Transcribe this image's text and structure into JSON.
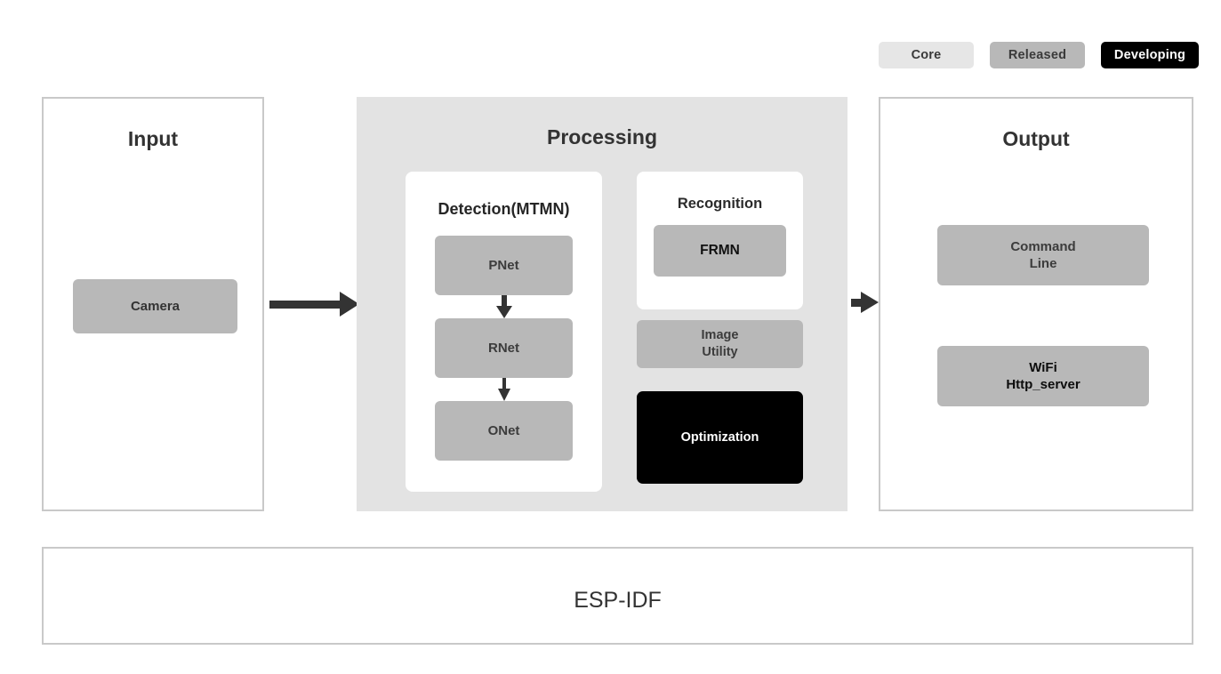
{
  "legend": {
    "items": [
      {
        "label": "Core",
        "color": "#e6e6e6",
        "text_color": "#3a3a3a"
      },
      {
        "label": "Released",
        "color": "#b8b8b8",
        "text_color": "#3a3a3a"
      },
      {
        "label": "Developing",
        "color": "#000000",
        "text_color": "#ffffff"
      }
    ]
  },
  "panels": {
    "input": {
      "title": "Input",
      "boxes": [
        {
          "label": "Camera",
          "status": "Released"
        }
      ]
    },
    "processing": {
      "title": "Processing",
      "detection": {
        "title": "Detection(MTMN)",
        "boxes": [
          {
            "label": "PNet",
            "status": "Released"
          },
          {
            "label": "RNet",
            "status": "Released"
          },
          {
            "label": "ONet",
            "status": "Released"
          }
        ]
      },
      "recognition": {
        "title": "Recognition",
        "boxes": [
          {
            "label": "FRMN",
            "status": "Released"
          }
        ]
      },
      "extras": [
        {
          "label": "Image\nUtility",
          "status": "Released"
        },
        {
          "label": "Optimization",
          "status": "Developing"
        }
      ]
    },
    "output": {
      "title": "Output",
      "boxes": [
        {
          "label": "Command\nLine",
          "status": "Released"
        },
        {
          "label": "WiFi\nHttp_server",
          "status": "Released"
        }
      ]
    },
    "foundation": {
      "title": "ESP-IDF"
    }
  },
  "arrows": {
    "input_to_processing": "→",
    "processing_to_output": "→",
    "pnet_to_rnet": "↓",
    "rnet_to_onet": "↓"
  },
  "colors": {
    "panel_border": "#c9c9c9",
    "processing_bg": "#e3e3e3",
    "box_grey": "#b8b8b8",
    "box_black": "#000000",
    "arrow": "#333333",
    "text_dark": "#333333"
  }
}
